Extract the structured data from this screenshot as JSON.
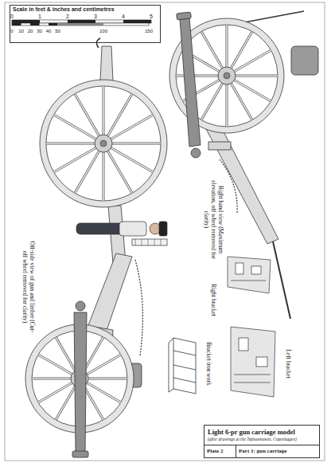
{
  "diagram": {
    "nodes": [
      {
        "text": [
          "Scale in feet & inches and centimetres"
        ]
      },
      {
        "text": [
          "Light 6-pr gun carriage model",
          "(after drawings at the Tøjhusmuseet, Copenhagen)"
        ]
      },
      {
        "text": [
          "Plate 2"
        ],
        "in": 1
      },
      {
        "text": [
          "Part 1: gun carriage"
        ],
        "in": 1
      }
    ],
    "labels": [
      "0",
      "1",
      "2",
      "3",
      "4",
      "5",
      "0",
      "10",
      "20",
      "30",
      "40",
      "50",
      "100",
      "150",
      "Right hand view (Maximum elevation, off wheel removed for clarity)",
      "Off-side view of gun and limber (Cut-off wheel removed for clarity)",
      "Right bracket",
      "Bracket iron work",
      "Left bracket"
    ]
  }
}
